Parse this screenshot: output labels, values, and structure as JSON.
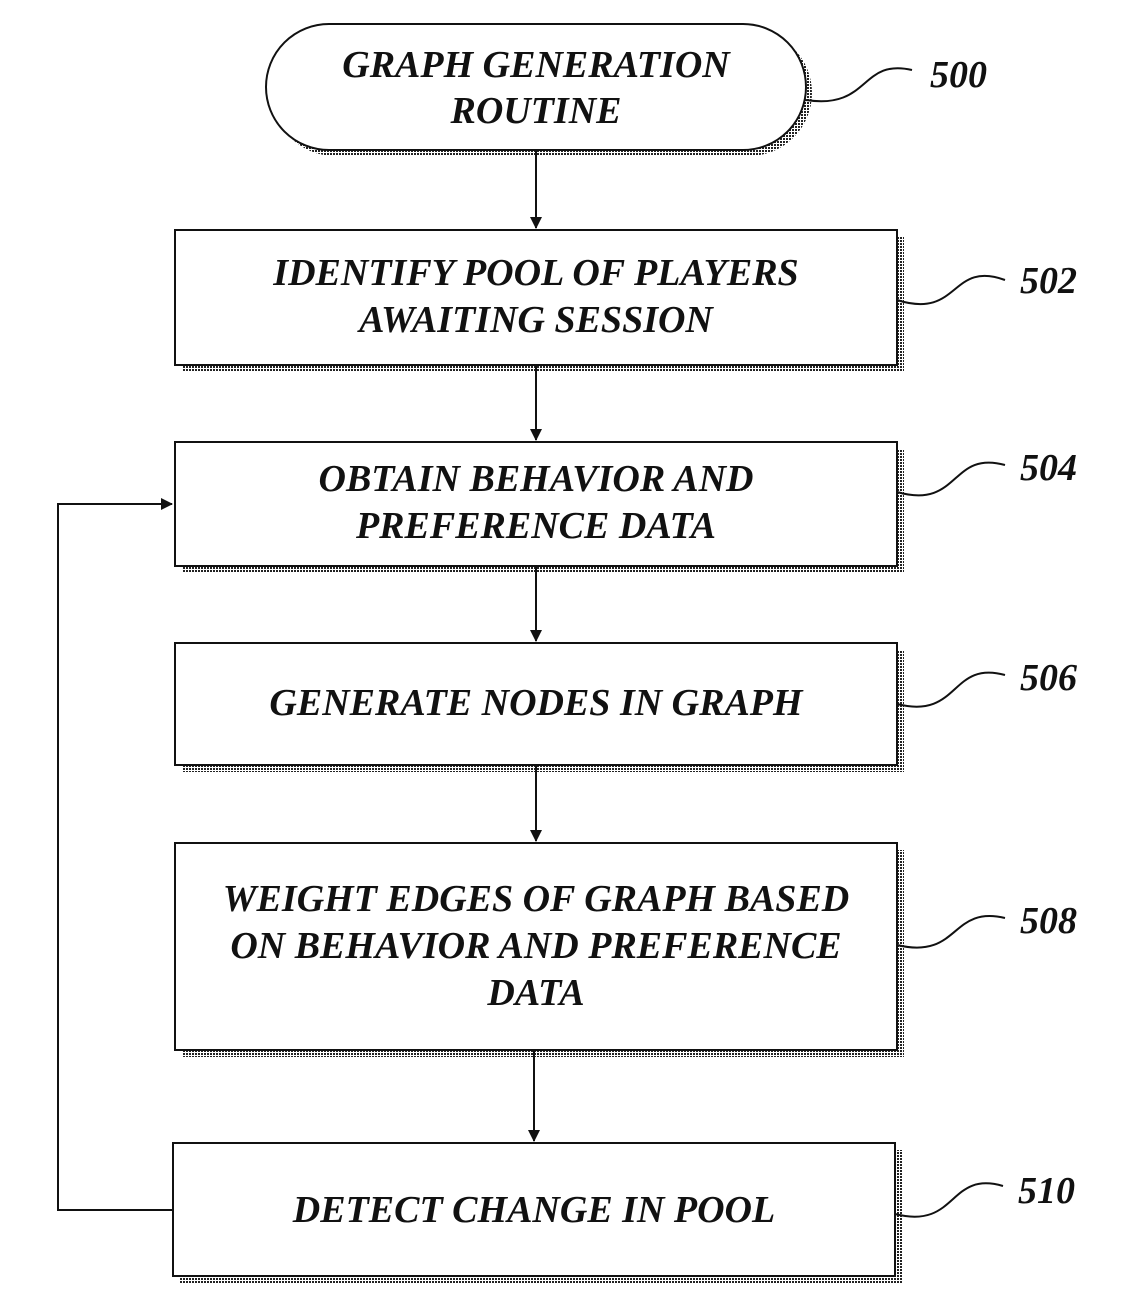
{
  "diagram": {
    "start": {
      "ref": "500",
      "lines": [
        "GRAPH GENERATION",
        "ROUTINE"
      ]
    },
    "steps": [
      {
        "ref": "502",
        "lines": [
          "IDENTIFY POOL OF PLAYERS",
          "AWAITING SESSION"
        ]
      },
      {
        "ref": "504",
        "lines": [
          "OBTAIN BEHAVIOR AND",
          "PREFERENCE DATA"
        ]
      },
      {
        "ref": "506",
        "lines": [
          "GENERATE NODES IN GRAPH"
        ]
      },
      {
        "ref": "508",
        "lines": [
          "WEIGHT EDGES OF GRAPH BASED",
          "ON BEHAVIOR AND PREFERENCE",
          "DATA"
        ]
      },
      {
        "ref": "510",
        "lines": [
          "DETECT CHANGE IN POOL"
        ]
      }
    ],
    "loop": {
      "from": "510",
      "to": "504"
    }
  }
}
